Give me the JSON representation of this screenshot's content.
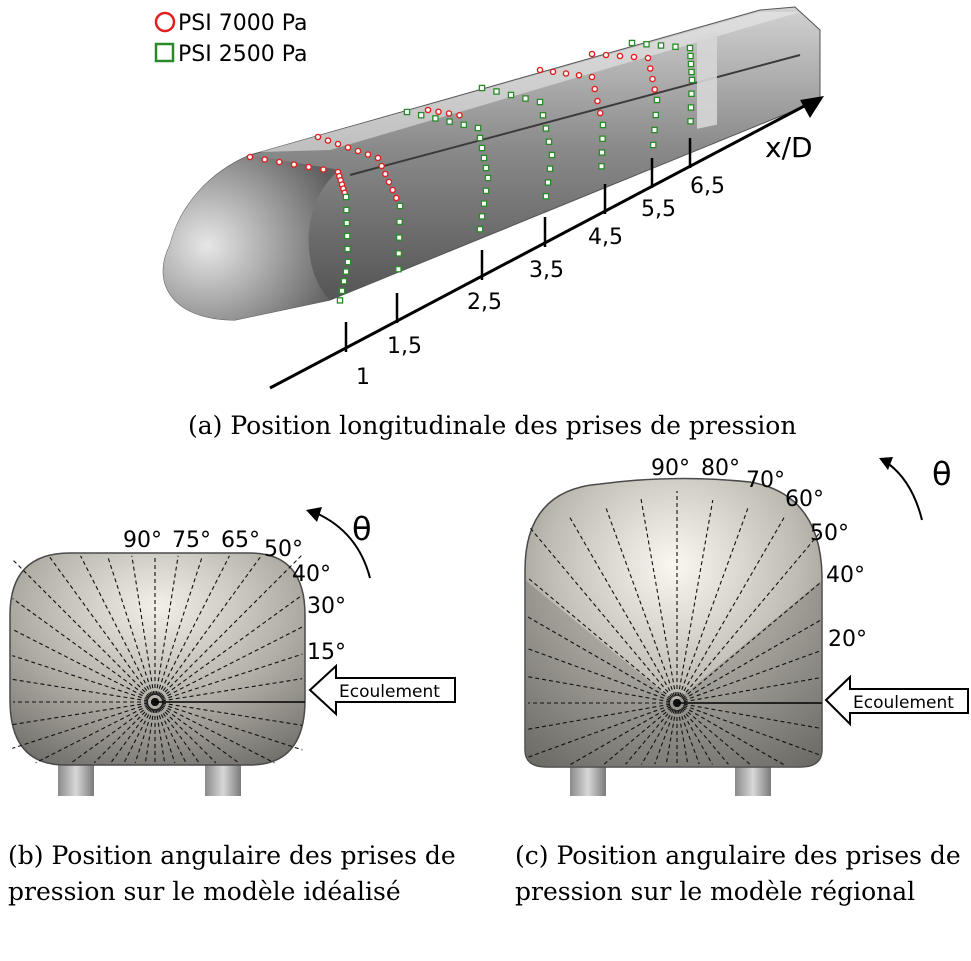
{
  "legend": [
    {
      "label": "PSI 7000 Pa",
      "marker": "circle",
      "color": "#e02020"
    },
    {
      "label": "PSI 2500 Pa",
      "marker": "square",
      "color": "#2a8a2a"
    }
  ],
  "panel_a": {
    "axis_label": "x/D",
    "ticks": [
      "1",
      "1,5",
      "2,5",
      "3,5",
      "4,5",
      "5,5",
      "6,5"
    ],
    "caption": "(a) Position longitudinale des prises de pression"
  },
  "panel_b": {
    "theta": "θ",
    "angle_labels": [
      "90°",
      "75°",
      "65°",
      "50°",
      "40°",
      "30°",
      "15°"
    ],
    "flow_label": "Ecoulement",
    "caption_line1": "(b) Position angulaire des prises de",
    "caption_line2": "pression sur le modèle idéalisé"
  },
  "panel_c": {
    "theta": "θ",
    "angle_labels": [
      "90°",
      "80°",
      "70°",
      "60°",
      "50°",
      "40°",
      "20°"
    ],
    "flow_label": "Ecoulement",
    "caption_line1": "(c) Position angulaire des prises de",
    "caption_line2": "pression sur le modèle régional"
  }
}
